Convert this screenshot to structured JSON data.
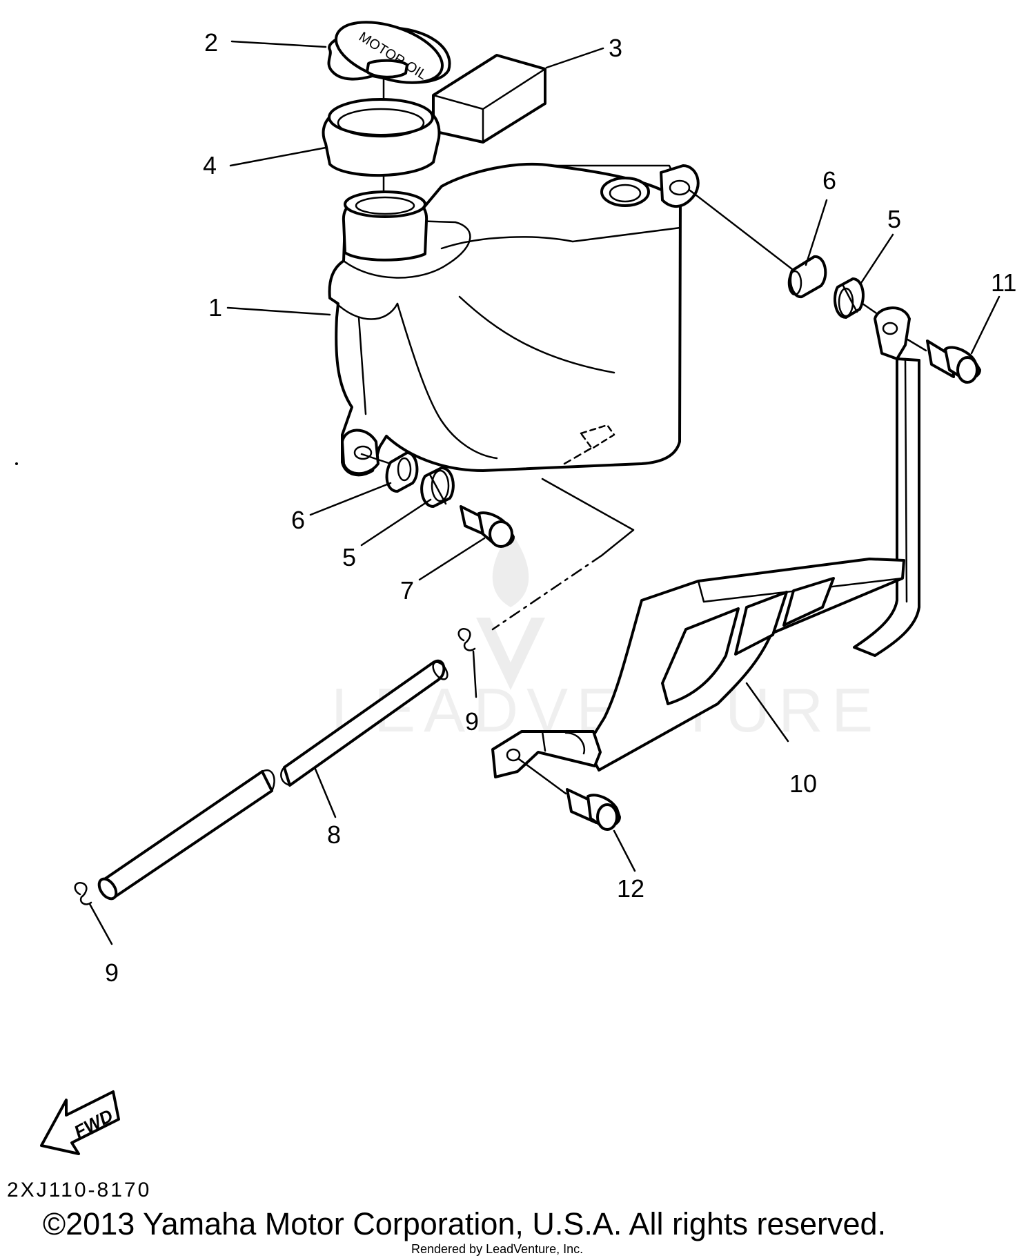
{
  "callouts": {
    "c1": "1",
    "c2": "2",
    "c3": "3",
    "c4": "4",
    "c5a": "5",
    "c5b": "5",
    "c6a": "6",
    "c6b": "6",
    "c7": "7",
    "c8": "8",
    "c9a": "9",
    "c9b": "9",
    "c10": "10",
    "c11": "11",
    "c12": "12"
  },
  "cap_text": "MOTOR OIL",
  "fwd_badge": "FWD",
  "watermark": "LEADVENTURE",
  "diagram_code": "2XJ110-8170",
  "copyright": "©2013 Yamaha Motor Corporation, U.S.A. All rights reserved.",
  "rendered_by": "Rendered by LeadVenture, Inc."
}
